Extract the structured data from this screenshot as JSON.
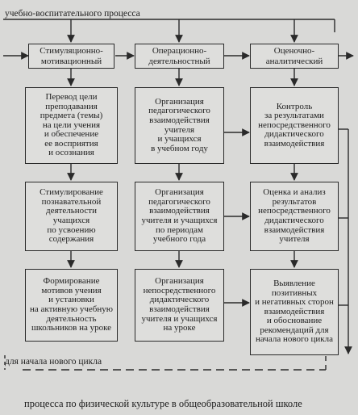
{
  "top_label": "учебно-воспитательного процесса",
  "bottom_label": "для начала нового цикла",
  "caption": "процесса по физической культуре в общеобразовательной школе",
  "columns": [
    {
      "header": "Стимуляционно-\nмотивационный",
      "cells": [
        "Перевод цели\nпреподавания\nпредмета (темы)\nна цели учения\nи обеспечение\nее восприятия\nи осознания",
        "Стимулирование\nпознавательной\nдеятельности\nучащихся\nпо усвоению\nсодержания",
        "Формирование\nмотивов учения\nи установки\nна активную учебную\nдеятельность\nшкольников на уроке"
      ]
    },
    {
      "header": "Операционно-\nдеятельностный",
      "cells": [
        "Организация\nпедагогического\nвзаимодействия\nучителя\nи учащихся\nв учебном году",
        "Организация\nпедагогического\nвзаимодействия\nучителя и учащихся\nпо периодам\nучебного года",
        "Организация\nнепосредственного\nдидактического\nвзаимодействия\nучителя и учащихся\nна уроке"
      ]
    },
    {
      "header": "Оценочно-\nаналитический",
      "cells": [
        "Контроль\nза результатами\nнепосредственного\nдидактического\nвзаимодействия",
        "Оценка и анализ\nрезультатов\nнепосредственного\nдидактического\nвзаимодействия\nучителя",
        "Выявление\nпозитивных\nи негативных сторон\nвзаимодействия\nи обоснование\nрекомендаций для\nначала нового цикла"
      ]
    }
  ]
}
